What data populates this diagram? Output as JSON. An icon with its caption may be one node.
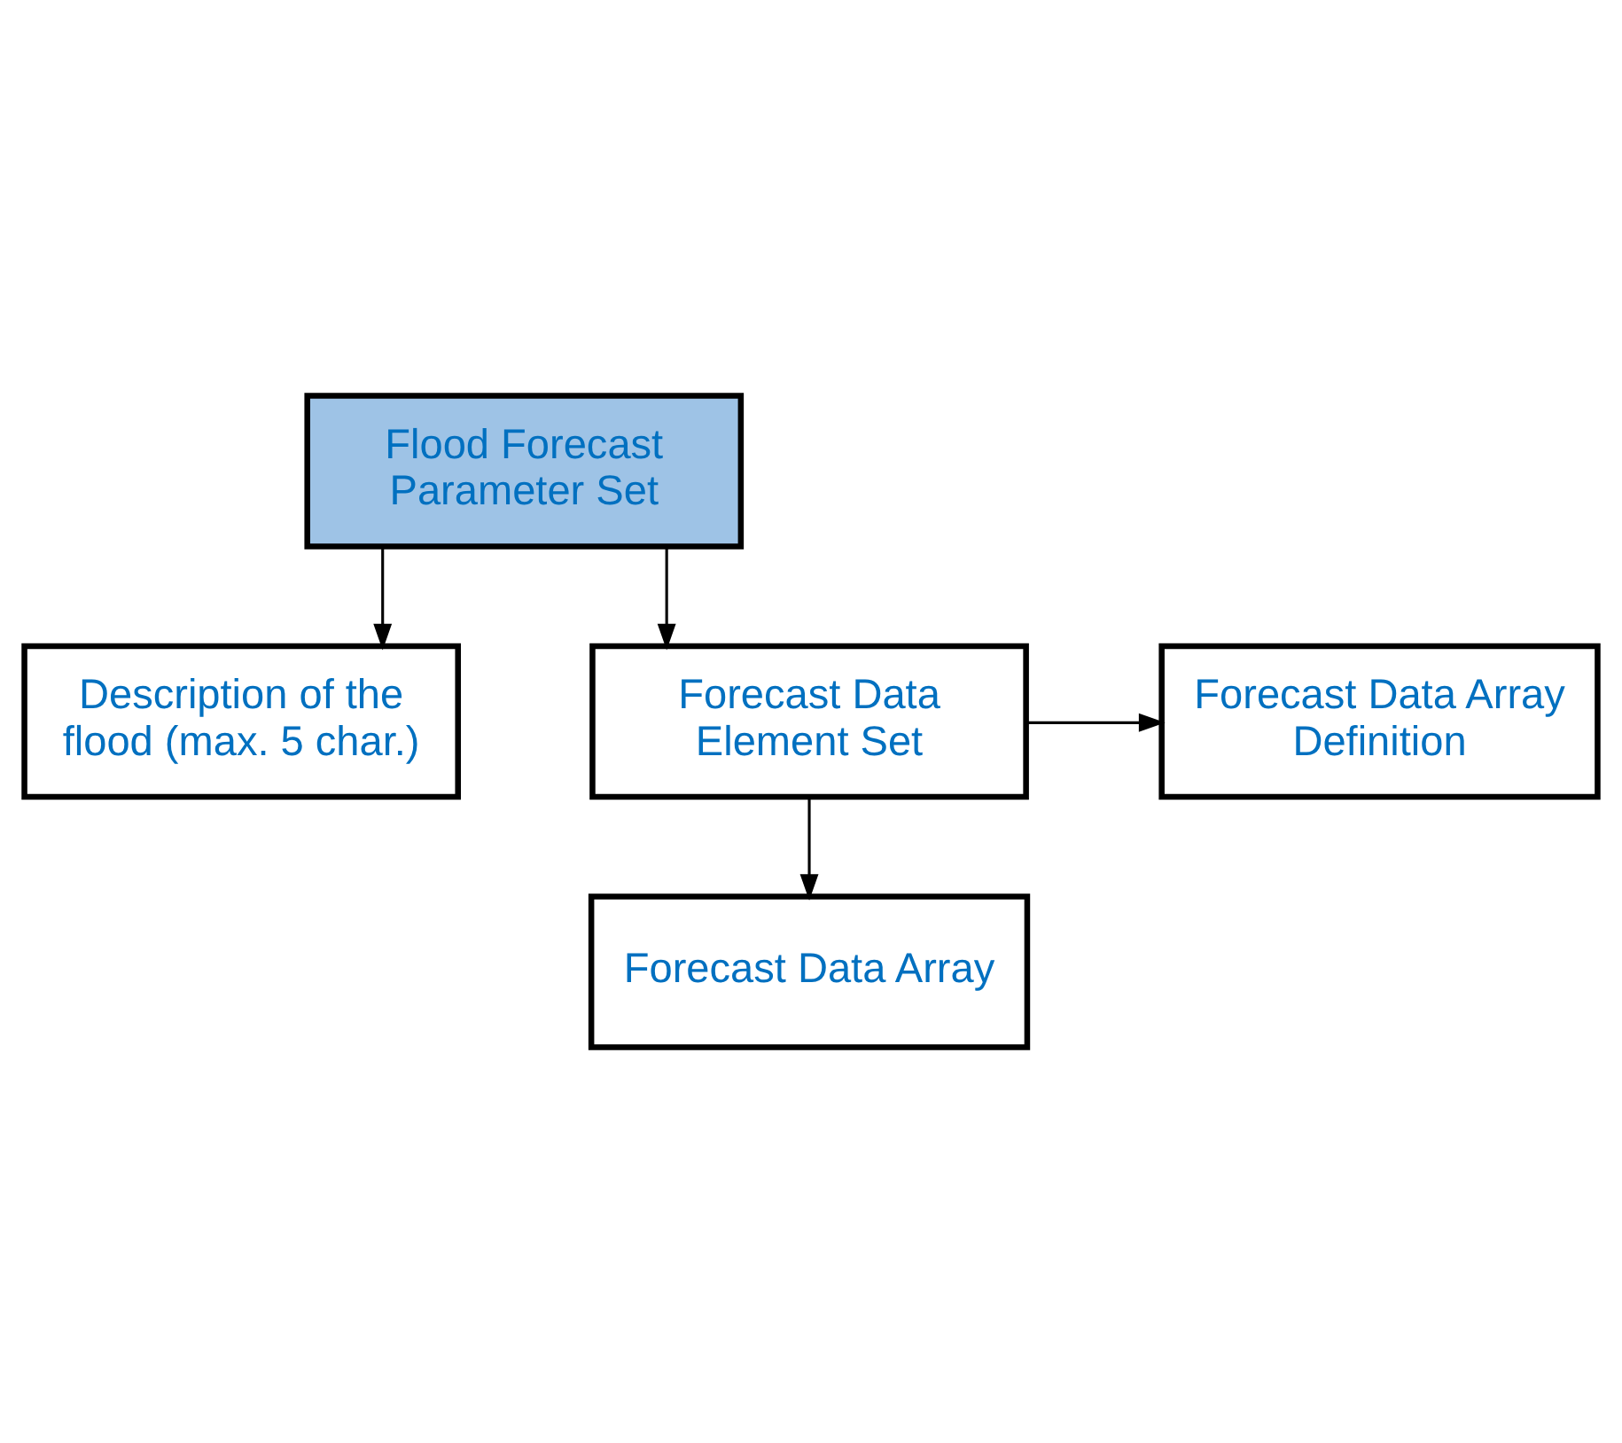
{
  "diagram": {
    "nodes": [
      {
        "text": [
          "Flood Forecast Parameter Set"
        ]
      },
      {
        "text": [
          "Description of the flood (max. 5 char.)"
        ]
      },
      {
        "text": [
          "Forecast Data Element Set"
        ]
      },
      {
        "text": [
          "Forecast Data Array Definition"
        ]
      },
      {
        "text": [
          "Forecast Data Array"
        ]
      }
    ],
    "edges": [
      {
        "from": 0,
        "to": 1,
        "arrow": "to"
      },
      {
        "from": 0,
        "to": 2,
        "arrow": "to"
      },
      {
        "from": 2,
        "to": 3,
        "arrow": "to"
      },
      {
        "from": 2,
        "to": 4,
        "arrow": "to"
      }
    ]
  }
}
